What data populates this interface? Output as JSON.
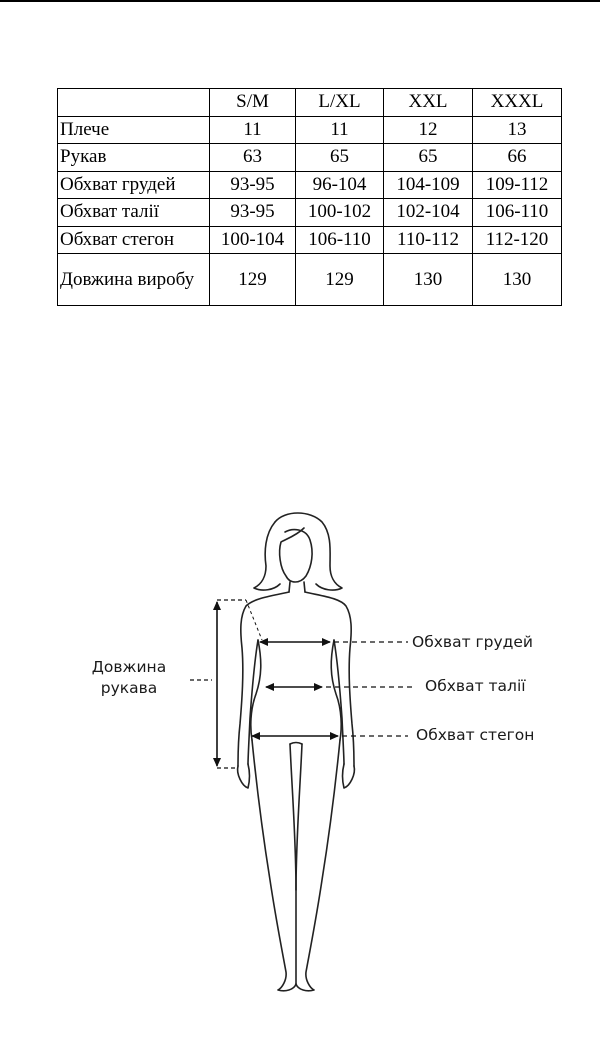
{
  "table": {
    "header": [
      "",
      "S/M",
      "L/XL",
      "XXL",
      "XXXL"
    ],
    "rows": [
      {
        "label": "Плече",
        "values": [
          "11",
          "11",
          "12",
          "13"
        ]
      },
      {
        "label": "Рукав",
        "values": [
          "63",
          "65",
          "65",
          "66"
        ]
      },
      {
        "label": "Обхват грудей",
        "values": [
          "93-95",
          "96-104",
          "104-109",
          "109-112"
        ]
      },
      {
        "label": "Обхват талії",
        "values": [
          "93-95",
          "100-102",
          "102-104",
          "106-110"
        ]
      },
      {
        "label": "Обхват стегон",
        "values": [
          "100-104",
          "106-110",
          "110-112",
          "112-120"
        ]
      },
      {
        "label": "Довжина виробу",
        "values": [
          "129",
          "129",
          "130",
          "130"
        ]
      }
    ]
  },
  "figure": {
    "labels": {
      "sleeve_line1": "Довжина",
      "sleeve_line2": "рукава",
      "chest": "Обхват грудей",
      "waist": "Обхват талії",
      "hips": "Обхват стегон"
    }
  }
}
